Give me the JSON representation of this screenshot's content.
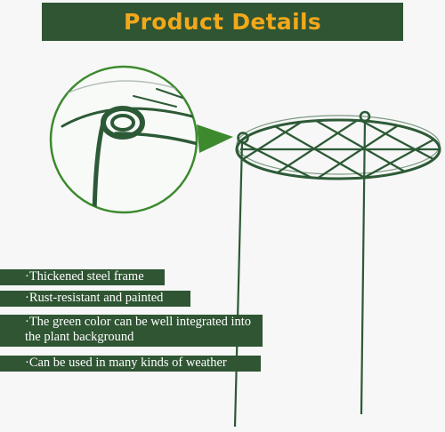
{
  "banner": {
    "title": "Product Details"
  },
  "features": [
    {
      "text": "·Thickened steel frame"
    },
    {
      "text": "·Rust-resistant and painted"
    },
    {
      "text": "·The green color can be well integrated into the plant background"
    },
    {
      "text": "·Can be used in many kinds of weather"
    }
  ],
  "colors": {
    "banner_bg": "#2f5533",
    "banner_text": "#f2a81a",
    "wire": "#2d5a36",
    "feature_bg": "#2f5533"
  }
}
